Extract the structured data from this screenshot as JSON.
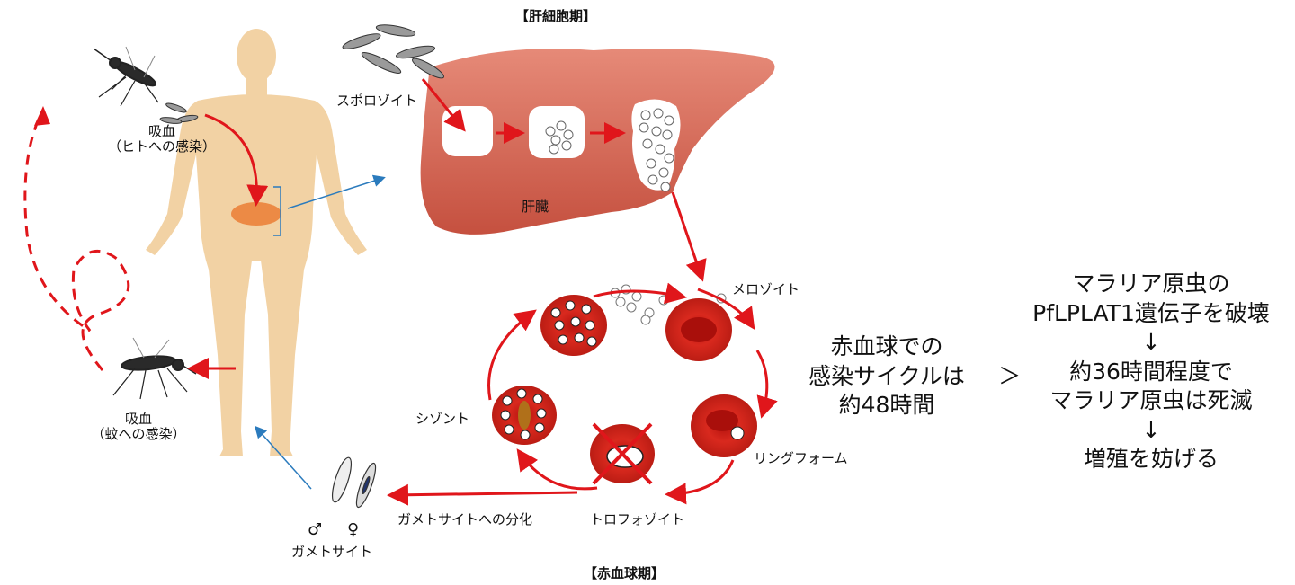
{
  "phases": {
    "liver_phase": "【肝細胞期】",
    "blood_phase": "【赤血球期】"
  },
  "labels": {
    "bite_human_1": "吸血",
    "bite_human_2": "（ヒトへの感染）",
    "bite_mosquito_1": "吸血",
    "bite_mosquito_2": "（蚊への感染）",
    "sporozoite": "スポロゾイト",
    "liver": "肝臓",
    "merozoite": "メロゾイト",
    "schizont": "シゾント",
    "ring_form": "リングフォーム",
    "trophozoite": "トロフォゾイト",
    "gametocyte_diff": "ガメトサイトへの分化",
    "gametocyte": "ガメトサイト",
    "male_symbol": "♂",
    "female_symbol": "♀"
  },
  "cycle_note": {
    "line1": "赤血球での",
    "line2": "感染サイクルは",
    "line3": "約48時間",
    "compare": "＞"
  },
  "result_note": {
    "line1": "マラリア原虫の",
    "line2": "PfLPLAT1遺伝子を破壊",
    "arrow1": "↓",
    "line3": "約36時間程度で",
    "line4": "マラリア原虫は死滅",
    "arrow2": "↓",
    "line5": "増殖を妨げる"
  },
  "colors": {
    "arrow_red": "#e0161b",
    "arrow_blue": "#2b7bbd",
    "body_skin": "#f2d2a4",
    "liver": "#d9695a",
    "rbc": "#d7261c",
    "liver_spot": "#ec8a45"
  }
}
